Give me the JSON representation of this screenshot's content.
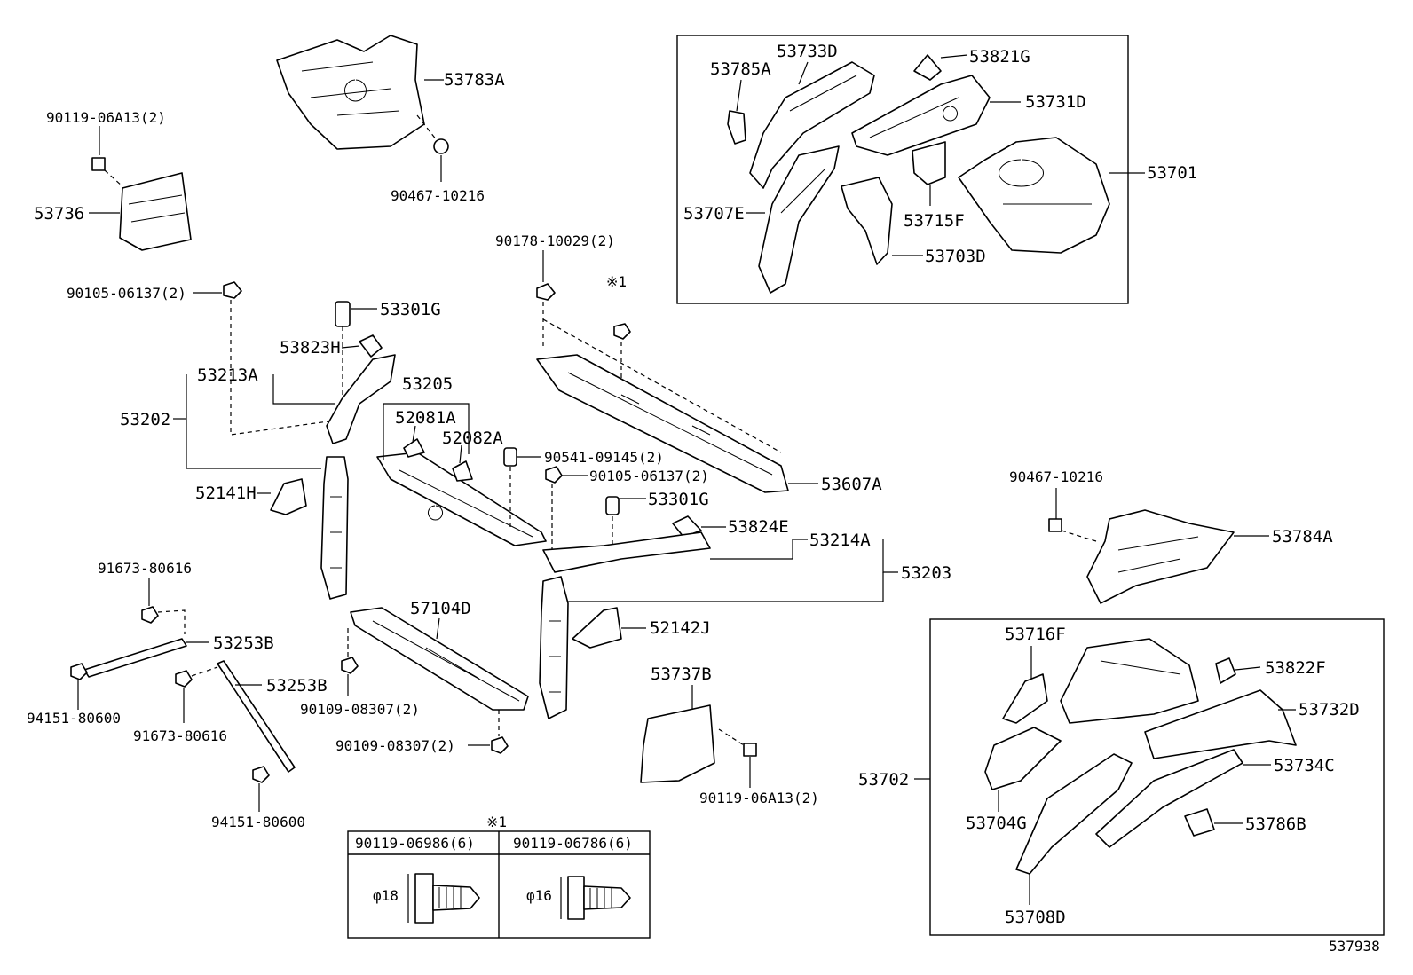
{
  "diagram_id": "537938",
  "note_mark": "※1",
  "labels": {
    "p53783A": "53783A",
    "p90119_06A13_a": "90119-06A13(2)",
    "p90467_10216_a": "90467-10216",
    "p53736": "53736",
    "p53785A": "53785A",
    "p53733D": "53733D",
    "p53821G": "53821G",
    "p53731D": "53731D",
    "p53701": "53701",
    "p53707E": "53707E",
    "p53715F": "53715F",
    "p53703D": "53703D",
    "p90178_10029": "90178-10029(2)",
    "p90105_06137_a": "90105-06137(2)",
    "p53301G_a": "53301G",
    "p53823H": "53823H",
    "p53213A": "53213A",
    "p53205": "53205",
    "p53202": "53202",
    "p52081A": "52081A",
    "p52082A": "52082A",
    "p90541_09145": "90541-09145(2)",
    "p90105_06137_b": "90105-06137(2)",
    "p53607A": "53607A",
    "p52141H": "52141H",
    "p53301G_b": "53301G",
    "p53824E": "53824E",
    "p53214A": "53214A",
    "p53203": "53203",
    "p90467_10216_b": "90467-10216",
    "p53784A": "53784A",
    "p91673_80616_a": "91673-80616",
    "p57104D": "57104D",
    "p52142J": "52142J",
    "p53253B_a": "53253B",
    "p53253B_b": "53253B",
    "p94151_80600_a": "94151-80600",
    "p91673_80616_b": "91673-80616",
    "p53737B": "53737B",
    "p90109_08307_a": "90109-08307(2)",
    "p90109_08307_b": "90109-08307(2)",
    "p90119_06A13_b": "90119-06A13(2)",
    "p94151_80600_b": "94151-80600",
    "p53716F": "53716F",
    "p53822F": "53822F",
    "p53732D": "53732D",
    "p53702": "53702",
    "p53734C": "53734C",
    "p53704G": "53704G",
    "p53786B": "53786B",
    "p53708D": "53708D"
  },
  "bolt_table": {
    "headers": [
      "90119-06986(6)",
      "90119-06786(6)"
    ],
    "diameters": [
      "φ18",
      "φ16"
    ]
  }
}
